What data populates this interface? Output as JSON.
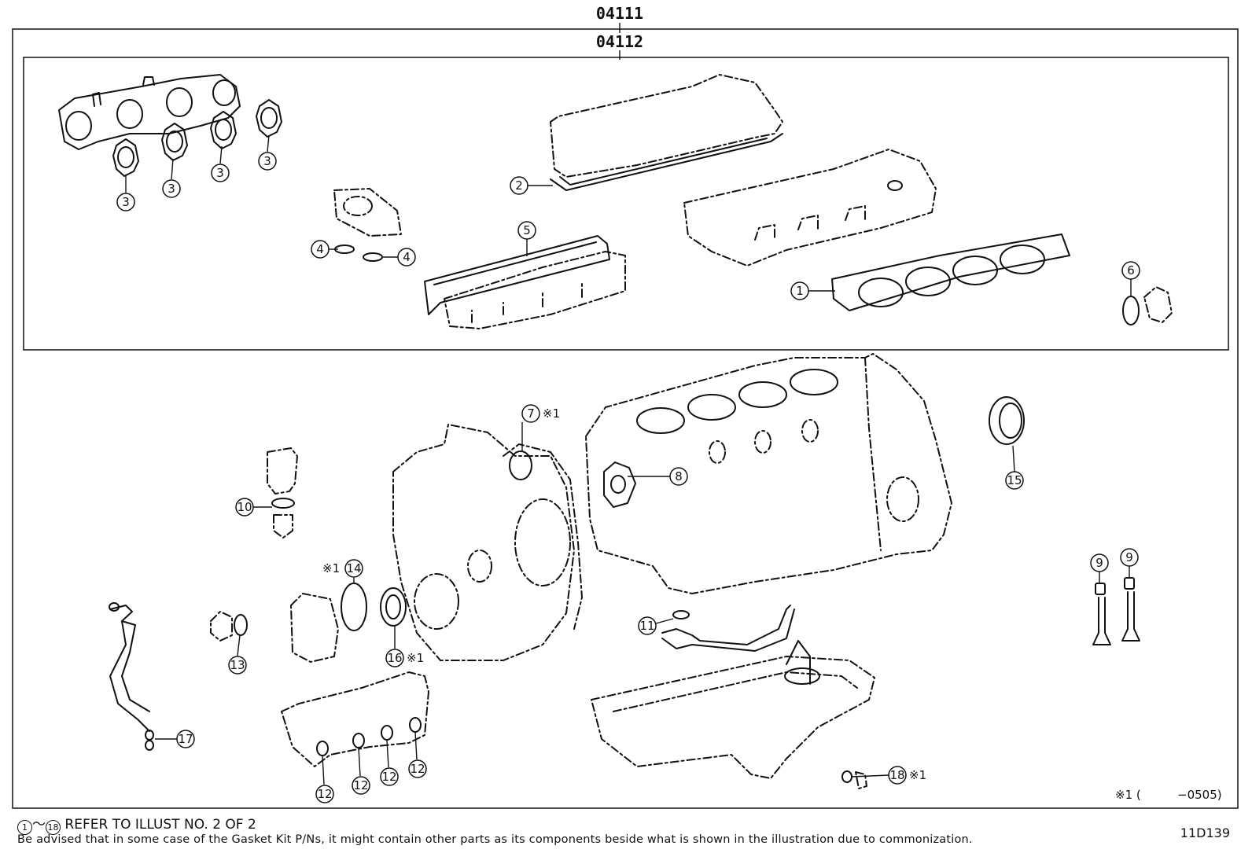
{
  "kit_codes": {
    "outer": "04111",
    "inner": "04112"
  },
  "callouts": {
    "c1": "1",
    "c2": "2",
    "c3": "3",
    "c4": "4",
    "c5": "5",
    "c6": "6",
    "c7": "7",
    "c8": "8",
    "c9": "9",
    "c10": "10",
    "c11": "11",
    "c12": "12",
    "c13": "13",
    "c14": "14",
    "c15": "15",
    "c16": "16",
    "c17": "17",
    "c18": "18"
  },
  "mark": "※1",
  "note_range": {
    "prefix": "※1 (",
    "suffix": "−0505)"
  },
  "footer": {
    "ref_from": "1",
    "ref_tilde": "～",
    "ref_to": "18",
    "ref_text": " REFER TO ILLUST NO. 2 OF 2",
    "advisory": "Be advised that in some case of the Gasket Kit P/Ns,  it might contain other parts as its components beside what is shown in the illustration due to commonization."
  },
  "illustration_code": "11D139"
}
